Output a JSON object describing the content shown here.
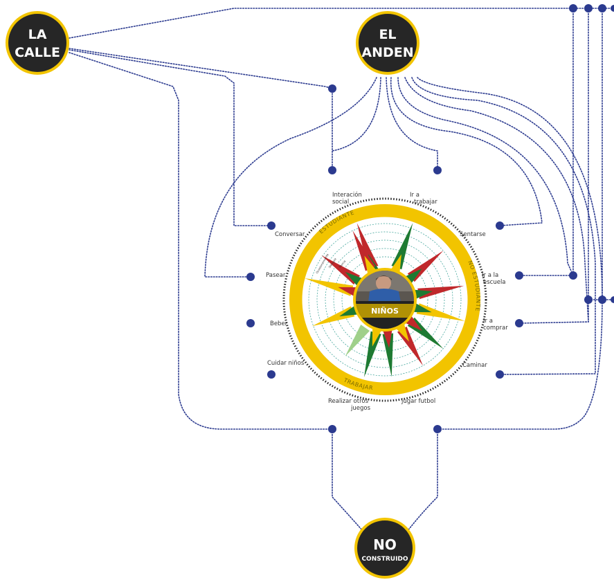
{
  "hubs": {
    "la_calle": {
      "line1": "LA",
      "line2": "CALLE"
    },
    "el_anden": {
      "line1": "EL",
      "line2": "ANDEN"
    },
    "no_construido": {
      "line1": "NO",
      "line2": "CONSTRUIDO"
    }
  },
  "center": {
    "label": "NIÑOS",
    "ring_labels": {
      "top": "ESTUDIANTE",
      "right": "NO ESTUDIANTE",
      "bottom": "TRABAJAR"
    },
    "scale_labels": [
      "Ocasionalmente",
      "Siempre",
      "Nunca"
    ]
  },
  "activities": {
    "interaccion_social": "Interación\nsocial",
    "ir_a_trabajar": "Ir a\ntrabajar",
    "conversar": "Conversar",
    "sentarse": "Sentarse",
    "pasear": "Pasear",
    "ir_a_la_escuela": "Ir a la\nescuela",
    "beber": "Beber",
    "ir_a_comprar": "Ir a\ncomprar",
    "cuidar_ninos": "Cuidar niños",
    "caminar": "Caminar",
    "realizar_otros_juegos": "Realizar otros\njuegos",
    "jugar_futbol": "jugar futbol"
  },
  "colors": {
    "connector": "#2b3a8f",
    "hub_fill": "#262626",
    "hub_ring": "#f2c400",
    "ray_red": "#c0282b",
    "ray_green": "#1e7a32",
    "ray_yellow": "#f2c400",
    "ray_light_green": "#9fd08a"
  }
}
